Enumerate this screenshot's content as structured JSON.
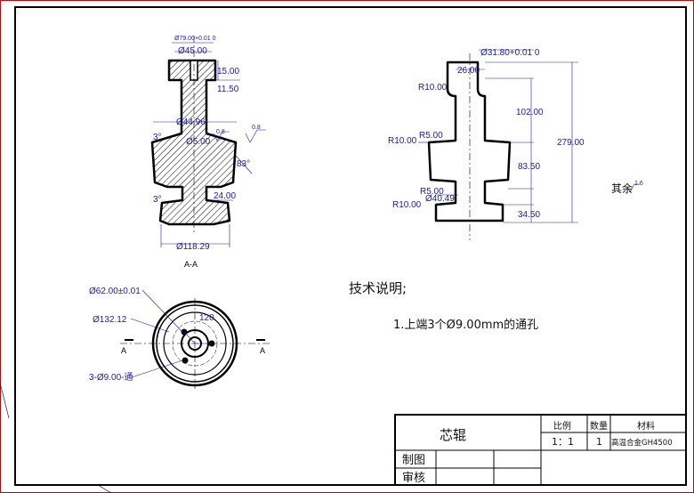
{
  "section_view": {
    "label": "A-A",
    "dims": {
      "top_dia_tol": "Ø79.00+0.01 0",
      "top_dia": "Ø45.00",
      "h_15": "15.00",
      "h_11_5": "11.50",
      "mid_dia": "Ø44.96",
      "inner_dia": "Ø5.00",
      "angle_3_top": "3°",
      "angle_3_bot": "3°",
      "angle_83": "83°",
      "w_24": "24.00",
      "bottom_dia": "Ø118.29",
      "rough_08a": "0.8",
      "rough_08b": "0.8"
    }
  },
  "side_view": {
    "dims": {
      "top_dia_tol": "Ø31.80+0.01 0",
      "w_26": "26.00",
      "r10_top": "R10.00",
      "r5": "R5.00",
      "r10_mid": "R10.00",
      "r5_low": "R5.00",
      "dia_40": "Ø40.49",
      "r10_bot": "R10.00",
      "h_102": "102.00",
      "h_83_5": "83.50",
      "h_34_5": "34.50",
      "h_279": "279.00"
    },
    "rest_label": "其余",
    "rest_rough": "1.6"
  },
  "bottom_view": {
    "dims": {
      "dia_62": "Ø62.00±0.01",
      "dia_132": "Ø132.12",
      "angle_120": "120",
      "holes": "3-Ø9.00-通"
    },
    "section_mark": "A"
  },
  "notes": {
    "title": "技术说明;",
    "item1": "1.上端3个Ø9.00mm的通孔"
  },
  "title_block": {
    "part_name": "芯辊",
    "scale_hdr": "比例",
    "qty_hdr": "数量",
    "material_hdr": "材料",
    "scale_val": "1：1",
    "qty_val": "1",
    "material_val": "高温合金GH4500",
    "drawn": "制图",
    "checked": "审核"
  }
}
